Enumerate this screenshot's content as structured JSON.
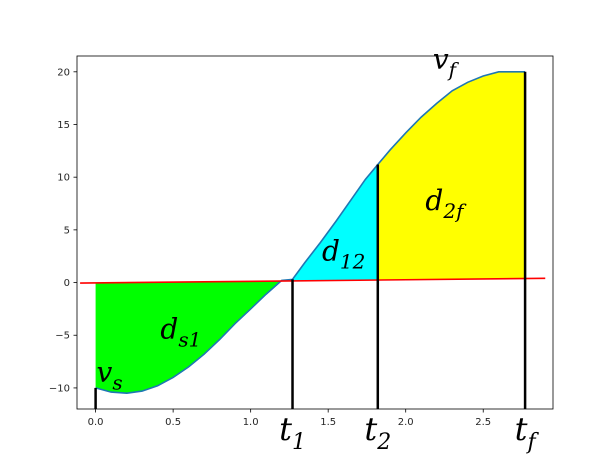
{
  "chart_data": {
    "type": "area",
    "xlim": [
      -0.12,
      2.95
    ],
    "ylim": [
      -12,
      21.5
    ],
    "grid": false,
    "x_ticks": [
      {
        "value": 0.0,
        "label": "0.0"
      },
      {
        "value": 0.5,
        "label": "0.5"
      },
      {
        "value": 1.0,
        "label": "1.0"
      },
      {
        "value": 1.5,
        "label": "1.5"
      },
      {
        "value": 2.0,
        "label": "2.0"
      },
      {
        "value": 2.5,
        "label": "2.5"
      }
    ],
    "y_ticks": [
      {
        "value": 20,
        "label": "20"
      },
      {
        "value": 15,
        "label": "15"
      },
      {
        "value": 10,
        "label": "10"
      },
      {
        "value": 5,
        "label": "5"
      },
      {
        "value": 0,
        "label": "0"
      },
      {
        "value": -5,
        "label": "−5"
      },
      {
        "value": -10,
        "label": "−10"
      }
    ],
    "series": [
      {
        "kind": "velocity_curve",
        "color": "#1f77b4",
        "x": [
          0.0,
          0.1,
          0.2,
          0.3,
          0.4,
          0.5,
          0.6,
          0.7,
          0.8,
          0.9,
          1.0,
          1.1,
          1.2,
          1.27,
          1.35,
          1.45,
          1.55,
          1.65,
          1.74,
          1.82,
          1.9,
          2.0,
          2.1,
          2.2,
          2.3,
          2.4,
          2.5,
          2.6,
          2.7,
          2.77
        ],
        "y": [
          -10.0,
          -10.4,
          -10.5,
          -10.3,
          -9.8,
          -9.0,
          -8.0,
          -6.8,
          -5.4,
          -3.9,
          -2.5,
          -1.1,
          0.2,
          0.3,
          1.9,
          3.8,
          5.8,
          7.9,
          9.8,
          11.2,
          12.6,
          14.2,
          15.7,
          17.0,
          18.2,
          19.0,
          19.6,
          20.0,
          20.0,
          20.0
        ]
      },
      {
        "kind": "reference_line",
        "color": "#ff0000",
        "x": [
          -0.1,
          2.9
        ],
        "y": [
          -0.05,
          0.4
        ]
      }
    ],
    "regions": [
      {
        "label_main": "d",
        "label_sub": "s1",
        "color": "#00ff00",
        "x_from": 0.0,
        "x_to": 1.27,
        "label_x": 0.55,
        "label_y": -5.3
      },
      {
        "label_main": "d",
        "label_sub": "12",
        "color": "#00ffff",
        "x_from": 1.27,
        "x_to": 1.82,
        "label_x": 1.6,
        "label_y": 2.1
      },
      {
        "label_main": "d",
        "label_sub": "2f",
        "color": "#ffff00",
        "x_from": 1.82,
        "x_to": 2.77,
        "label_x": 2.25,
        "label_y": 6.9
      }
    ],
    "verticals": [
      0.0,
      1.27,
      1.82,
      2.77
    ],
    "point_labels": [
      {
        "main": "v",
        "sub": "s",
        "x": 0.0,
        "y": -9.4
      },
      {
        "main": "v",
        "sub": "f",
        "x": 2.25,
        "y": 20.3
      }
    ],
    "time_labels": [
      {
        "main": "t",
        "sub": "1",
        "x": 1.27
      },
      {
        "main": "t",
        "sub": "2",
        "x": 1.82
      },
      {
        "main": "t",
        "sub": "f",
        "x": 2.77
      }
    ]
  }
}
